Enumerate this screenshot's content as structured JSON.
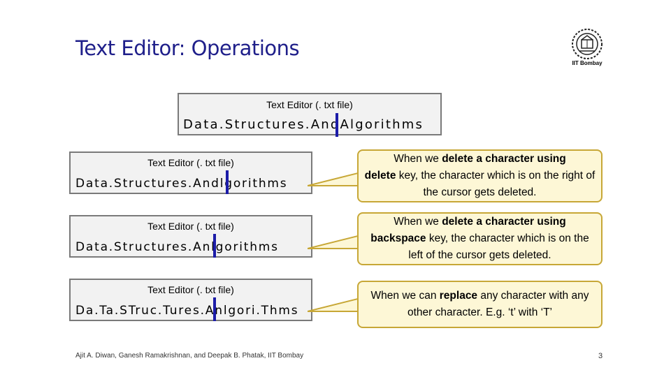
{
  "slide": {
    "title": "Text Editor: Operations",
    "institution": "IIT Bombay",
    "footer": "Ajit A. Diwan, Ganesh Ramakrishnan, and Deepak B. Phatak, IIT Bombay",
    "page_number": "3"
  },
  "top_editor": {
    "title": "Text Editor (. txt file)",
    "text_before": "Data.Structures.And",
    "text_after": "Algorithms"
  },
  "examples": [
    {
      "editor_title": "Text Editor (. txt file)",
      "text_before": "Data.Structures.And",
      "text_after": "lgorithms",
      "callout": {
        "p1": "When we ",
        "b1": "delete a character using",
        "b2": "delete",
        "p2": " key, the character which is on the right of the cursor gets deleted."
      }
    },
    {
      "editor_title": "Text Editor (. txt file)",
      "text_before": "Data.Structures.An",
      "text_after": "lgorithms",
      "callout": {
        "p1": "When we ",
        "b1": "delete a character using",
        "b2": "backspace",
        "p2": " key, the character which is on the left of the cursor gets deleted."
      }
    },
    {
      "editor_title": "Text Editor (. txt file)",
      "text_before": "Da.Ta.STruc.Tures.An",
      "text_after": "lgori.Thms",
      "callout": {
        "p1": "When we can ",
        "b1": "replace",
        "p2": " any character with any other character. E.g. ‘t’ with ‘T’"
      }
    }
  ],
  "colors": {
    "title": "#1f1f8a",
    "cursor": "#1c1ca8",
    "editor_bg": "#f2f2f2",
    "callout_bg": "#fdf7d6",
    "callout_border": "#c7a736"
  }
}
